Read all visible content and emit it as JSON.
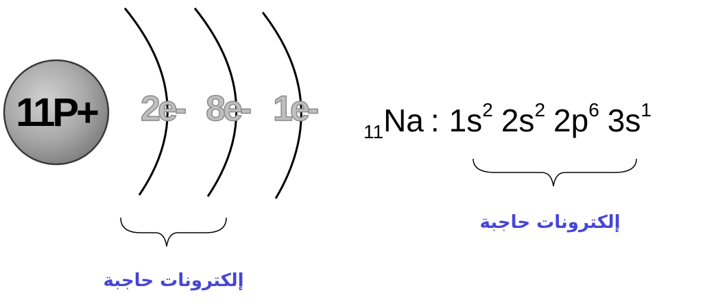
{
  "atom": {
    "nucleus_label": "11P+",
    "shells": [
      {
        "label": "2e-"
      },
      {
        "label": "8e-"
      },
      {
        "label": "1e-"
      }
    ]
  },
  "configuration": {
    "atomic_number": "11",
    "symbol": "Na",
    "separator": ":",
    "orbitals": [
      {
        "orbital": "1s",
        "electrons": "2"
      },
      {
        "orbital": "2s",
        "electrons": "2"
      },
      {
        "orbital": "2p",
        "electrons": "6"
      },
      {
        "orbital": "3s",
        "electrons": "1"
      }
    ]
  },
  "labels": {
    "shielding_left": "إلكترونات حاجبة",
    "shielding_right": "إلكترونات حاجبة"
  },
  "colors": {
    "label_blue": "#4646d6",
    "nucleus_gray": "#999999"
  }
}
